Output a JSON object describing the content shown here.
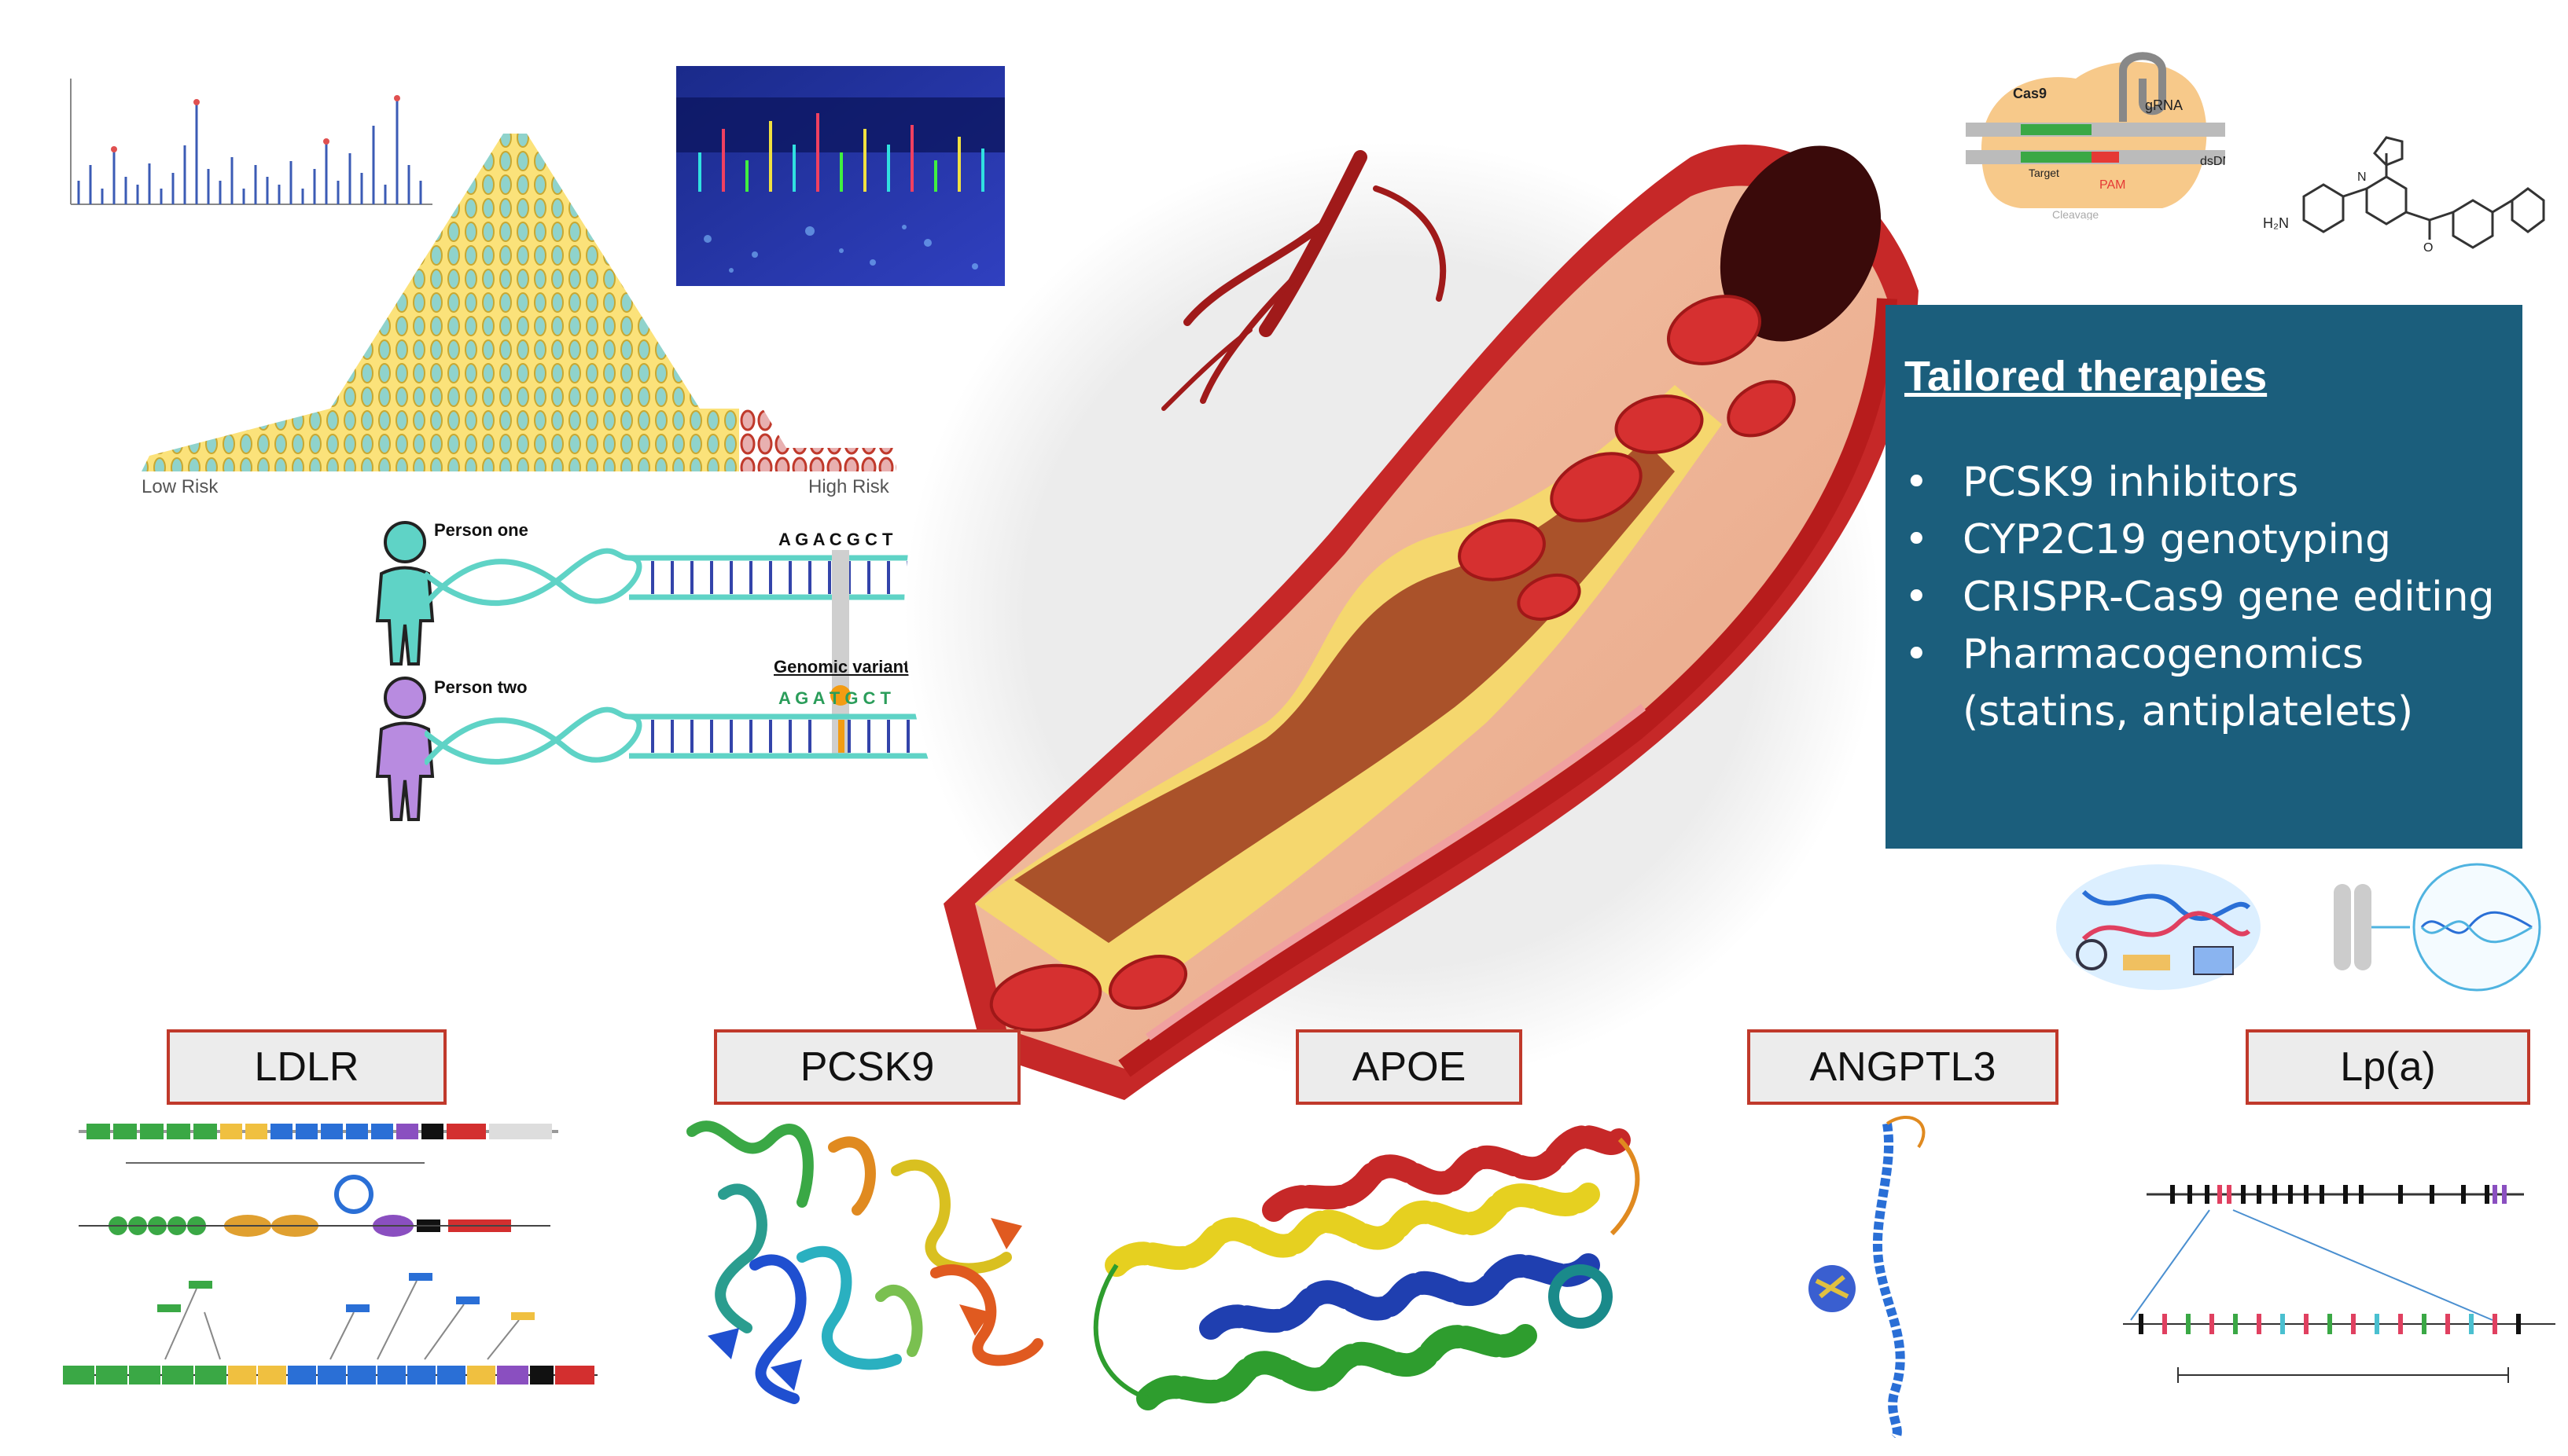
{
  "top_left": {
    "low_risk": "Low Risk",
    "high_risk": "High Risk"
  },
  "dna_compare": {
    "person_one": "Person one",
    "person_two": "Person two",
    "seq_one": "A G A C G C T",
    "seq_two": "A G A T G C T",
    "variant_label": "Genomic variant"
  },
  "crispr": {
    "cas9": "Cas9",
    "grna": "gRNA",
    "target": "Target",
    "pam": "PAM",
    "dsdna": "dsDNA",
    "cleavage": "Cleavage"
  },
  "panel": {
    "title": "Tailored therapies",
    "items": [
      "PCSK9 inhibitors",
      "CYP2C19 genotyping",
      "CRISPR-Cas9 gene editing",
      "Pharmacogenomics"
    ],
    "item_continuation": "(statins, antiplatelets)"
  },
  "genes": [
    "LDLR",
    "PCSK9",
    "APOE",
    "ANGPTL3",
    "Lp(a)"
  ],
  "colors": {
    "panel_bg": "#1b5e7c",
    "label_border": "#c0392b",
    "artery_red": "#c62828",
    "plaque_yellow": "#f5d76e"
  }
}
